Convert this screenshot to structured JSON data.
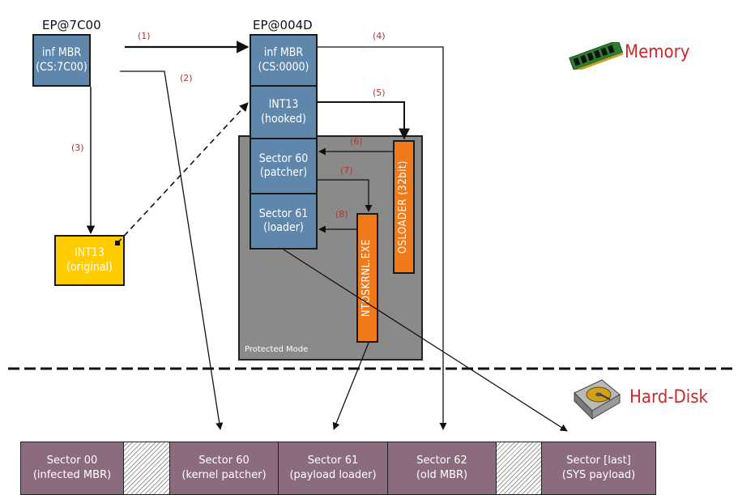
{
  "entry_points": {
    "left": "EP@7C00",
    "right": "EP@004D"
  },
  "boxes": {
    "inf_mbr_left": [
      "inf MBR",
      "(CS:7C00)"
    ],
    "inf_mbr_right": [
      "inf MBR",
      "(CS:0000)"
    ],
    "int13_hooked": [
      "INT13",
      "(hooked)"
    ],
    "sector60": [
      "Sector 60",
      "(patcher)"
    ],
    "sector61": [
      "Sector 61",
      "(loader)"
    ],
    "int13_original": [
      "INT13",
      "(original)"
    ],
    "osloader": "OSLOADER (32bit)",
    "ntoskrnl": "NTOSKRNL.EXE"
  },
  "protected_mode_label": "Protected Mode",
  "steps": [
    "(1)",
    "(2)",
    "(3)",
    "(4)",
    "(5)",
    "(6)",
    "(7)",
    "(8)"
  ],
  "labels": {
    "memory": "Memory",
    "hard_disk": "Hard-Disk"
  },
  "disk_sectors": [
    {
      "line1": "Sector 00",
      "line2": "(infected MBR)"
    },
    {
      "line1": "Sector 60",
      "line2": "(kernel patcher)"
    },
    {
      "line1": "Sector 61",
      "line2": "(payload loader)"
    },
    {
      "line1": "Sector 62",
      "line2": "(old MBR)"
    },
    {
      "line1": "Sector [last]",
      "line2": "(SYS payload)"
    }
  ],
  "icons": {
    "memory": "ram-module-icon",
    "hard_disk": "hard-disk-icon"
  },
  "colors": {
    "memory_box": "#5f86ab",
    "int13_original": "#ffcc00",
    "cpu_component": "#f07a1a",
    "protected_mode": "#8a8a8a",
    "disk_sector": "#8b6c7f",
    "accent": "#cc2a2a"
  }
}
